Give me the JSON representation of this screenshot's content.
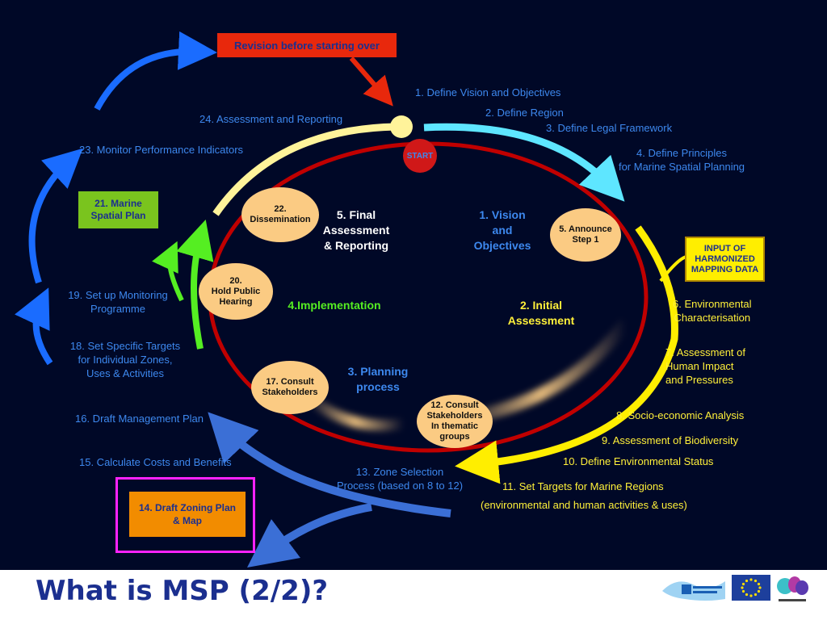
{
  "slide_title": "What is MSP (2/2)?",
  "revision_box": "Revision before starting over",
  "start_label": "START",
  "input_box": "INPUT OF\nHARMONIZED\nMAPPING DATA",
  "marine_spatial_plan_box": "21.  Marine\nSpatial Plan",
  "draft_zoning_box": "14. Draft Zoning Plan\n& Map",
  "phases": {
    "vision": "1. Vision\nand\nObjectives",
    "initial": "2. Initial\nAssessment",
    "planning": "3. Planning\nprocess",
    "implementation": "4.Implementation",
    "final": "5. Final\nAssessment\n& Reporting"
  },
  "bubbles": {
    "announce": "5. Announce\nStep 1",
    "consult12": "12. Consult\nStakeholders\nIn thematic\ngroups",
    "consult17": "17. Consult\nStakeholders",
    "hearing": "20.\nHold Public\nHearing",
    "dissemination": "22.\nDissemination"
  },
  "steps": {
    "s1": "1. Define Vision and Objectives",
    "s2": "2. Define Region",
    "s3": "3. Define Legal Framework",
    "s4": "4. Define Principles\nfor Marine Spatial Planning",
    "s6": "6. Environmental\nCharacterisation",
    "s7": "7. Assessment of\nHuman Impact\nand Pressures",
    "s8": "8. Socio-economic Analysis",
    "s9": "9. Assessment of Biodiversity",
    "s10": "10. Define Environmental Status",
    "s11a": "11. Set Targets for Marine Regions",
    "s11b": "(environmental and human activities & uses)",
    "s13": "13. Zone Selection\nProcess (based on 8 to 12)",
    "s15": "15. Calculate Costs and Benefits",
    "s16": "16. Draft Management Plan",
    "s18": "18. Set Specific Targets\nfor  Individual Zones,\nUses & Activities",
    "s19": "19. Set up Monitoring\nProgramme",
    "s23": "23. Monitor Performance Indicators",
    "s24": "24. Assessment and Reporting"
  },
  "colors": {
    "background": "#000827",
    "ellipse": "#c00000",
    "revision_box": "#e8280c",
    "start": "#d01818",
    "cyan_arrow": "#5ee6ff",
    "yellow_arrow": "#ffee00",
    "blue_arrow": "#3b6fd6",
    "green_arrow": "#55ee22",
    "cream_arrow": "#fff39a",
    "bubble": "#fbcb83",
    "zoning_box": "#f28c00",
    "zoning_frame": "#ff22ff",
    "title": "#1b2f8f"
  },
  "logos": [
    "baltic-sea-region-logo",
    "eu-flag-logo",
    "balance-logo"
  ]
}
